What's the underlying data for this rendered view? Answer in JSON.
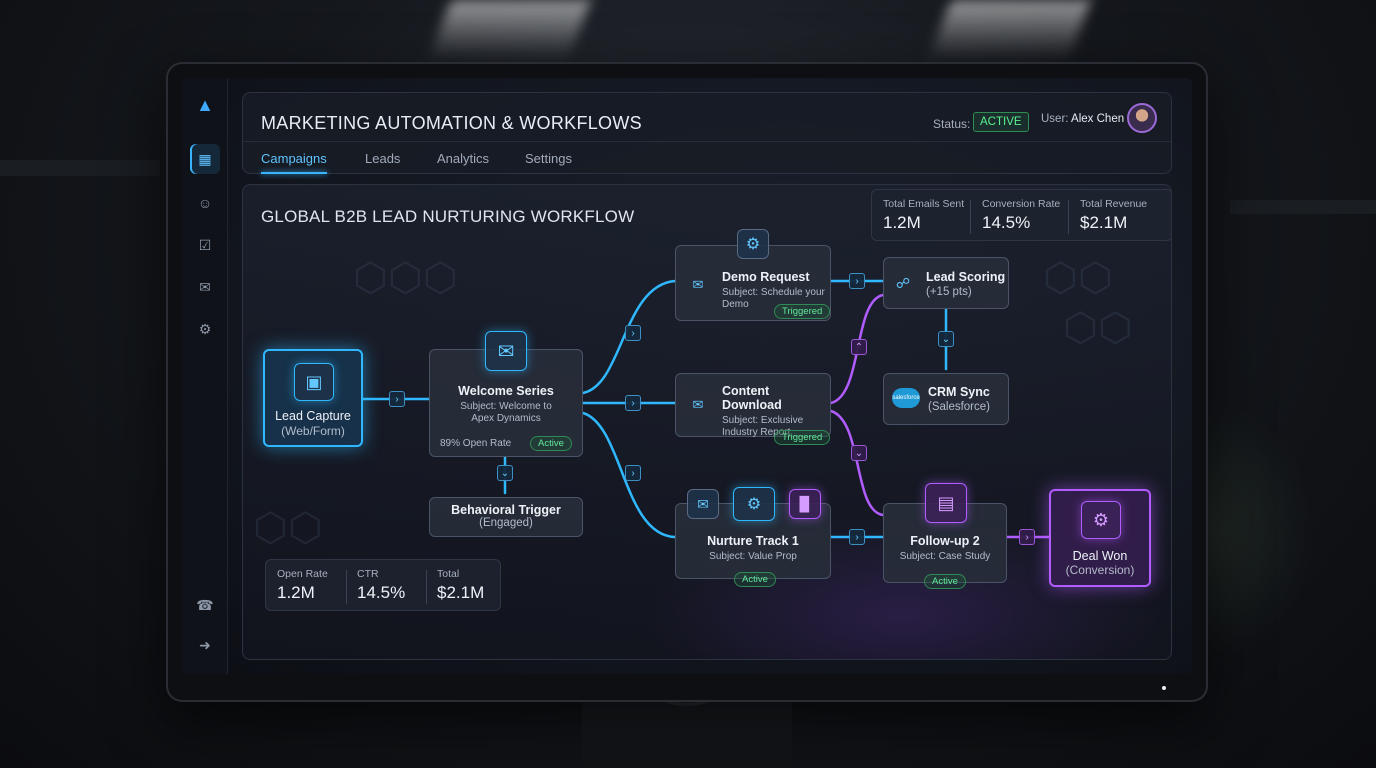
{
  "header": {
    "title": "MARKETING AUTOMATION & WORKFLOWS",
    "status_label": "Status:",
    "status_value": "ACTIVE",
    "user_label": "User:",
    "user_name": "Alex Chen"
  },
  "tabs": [
    {
      "label": "Campaigns",
      "active": true
    },
    {
      "label": "Leads"
    },
    {
      "label": "Analytics"
    },
    {
      "label": "Settings"
    }
  ],
  "sidebar": {
    "items": [
      "grid-icon",
      "users-icon",
      "check-icon",
      "chat-icon",
      "gear-icon"
    ],
    "bottom_items": [
      "support-icon",
      "logout-icon"
    ]
  },
  "workflow": {
    "title": "GLOBAL B2B LEAD NURTURING WORKFLOW",
    "top_kpis": [
      {
        "label": "Total Emails Sent",
        "value": "1.2M"
      },
      {
        "label": "Conversion Rate",
        "value": "14.5%"
      },
      {
        "label": "Total Revenue",
        "value": "$2.1M"
      }
    ],
    "bottom_kpis": [
      {
        "label": "Open Rate",
        "value": "1.2M"
      },
      {
        "label": "CTR",
        "value": "14.5%"
      },
      {
        "label": "Total",
        "value": "$2.1M"
      }
    ],
    "nodes": {
      "lead_capture": {
        "title": "Lead Capture",
        "sub": "(Web/Form)"
      },
      "welcome": {
        "title": "Welcome Series",
        "sub1": "Subject: Welcome to",
        "sub2": "Apex Dynamics",
        "metric": "89% Open Rate",
        "badge": "Active"
      },
      "behavioral": {
        "title": "Behavioral Trigger",
        "sub": "(Engaged)"
      },
      "demo": {
        "title": "Demo Request",
        "sub1": "Subject: Schedule your",
        "sub2": "Demo",
        "badge": "Triggered"
      },
      "content": {
        "title": "Content Download",
        "sub1": "Subject: Exclusive",
        "sub2": "Industry Report",
        "badge": "Triggered"
      },
      "nurture": {
        "title": "Nurture Track 1",
        "sub": "Subject: Value Prop",
        "badge": "Active"
      },
      "lead_scoring": {
        "title": "Lead Scoring",
        "sub": "(+15 pts)"
      },
      "crm": {
        "title": "CRM Sync",
        "sub": "(Salesforce)",
        "logo_text": "salesforce"
      },
      "followup": {
        "title": "Follow-up 2",
        "sub": "Subject: Case Study",
        "badge": "Active"
      },
      "deal": {
        "title": "Deal Won",
        "sub": "(Conversion)"
      }
    }
  },
  "colors": {
    "accent": "#2fb8ff",
    "purple": "#b15cff",
    "success": "#5cf08e"
  }
}
